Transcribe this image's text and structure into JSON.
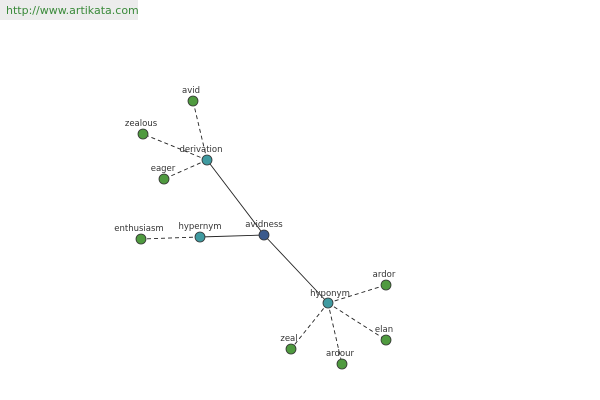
{
  "header": {
    "url": "http://www.artikata.com"
  },
  "graph": {
    "colors": {
      "center": "#3b5a8c",
      "relation": "#3f9aa0",
      "word": "#4f9a3f",
      "stroke": "#333333",
      "edge": "#222222"
    },
    "nodes": [
      {
        "id": "avidness",
        "label": "avidness",
        "kind": "center"
      },
      {
        "id": "derivation",
        "label": "derivation",
        "kind": "relation"
      },
      {
        "id": "hypernym",
        "label": "hypernym",
        "kind": "relation"
      },
      {
        "id": "hyponym",
        "label": "hyponym",
        "kind": "relation"
      },
      {
        "id": "avid",
        "label": "avid",
        "kind": "word"
      },
      {
        "id": "zealous",
        "label": "zealous",
        "kind": "word"
      },
      {
        "id": "eager",
        "label": "eager",
        "kind": "word"
      },
      {
        "id": "enthusiasm",
        "label": "enthusiasm",
        "kind": "word"
      },
      {
        "id": "ardor",
        "label": "ardor",
        "kind": "word"
      },
      {
        "id": "elan",
        "label": "elan",
        "kind": "word"
      },
      {
        "id": "ardour",
        "label": "ardour",
        "kind": "word"
      },
      {
        "id": "zeal",
        "label": "zeal",
        "kind": "word"
      }
    ],
    "edges": [
      {
        "from": "avidness",
        "to": "derivation",
        "style": "solid"
      },
      {
        "from": "avidness",
        "to": "hypernym",
        "style": "solid"
      },
      {
        "from": "avidness",
        "to": "hyponym",
        "style": "solid"
      },
      {
        "from": "derivation",
        "to": "avid",
        "style": "dashed"
      },
      {
        "from": "derivation",
        "to": "zealous",
        "style": "dashed"
      },
      {
        "from": "derivation",
        "to": "eager",
        "style": "dashed"
      },
      {
        "from": "hypernym",
        "to": "enthusiasm",
        "style": "dashed"
      },
      {
        "from": "hyponym",
        "to": "ardor",
        "style": "dashed"
      },
      {
        "from": "hyponym",
        "to": "elan",
        "style": "dashed"
      },
      {
        "from": "hyponym",
        "to": "ardour",
        "style": "dashed"
      },
      {
        "from": "hyponym",
        "to": "zeal",
        "style": "dashed"
      }
    ]
  }
}
